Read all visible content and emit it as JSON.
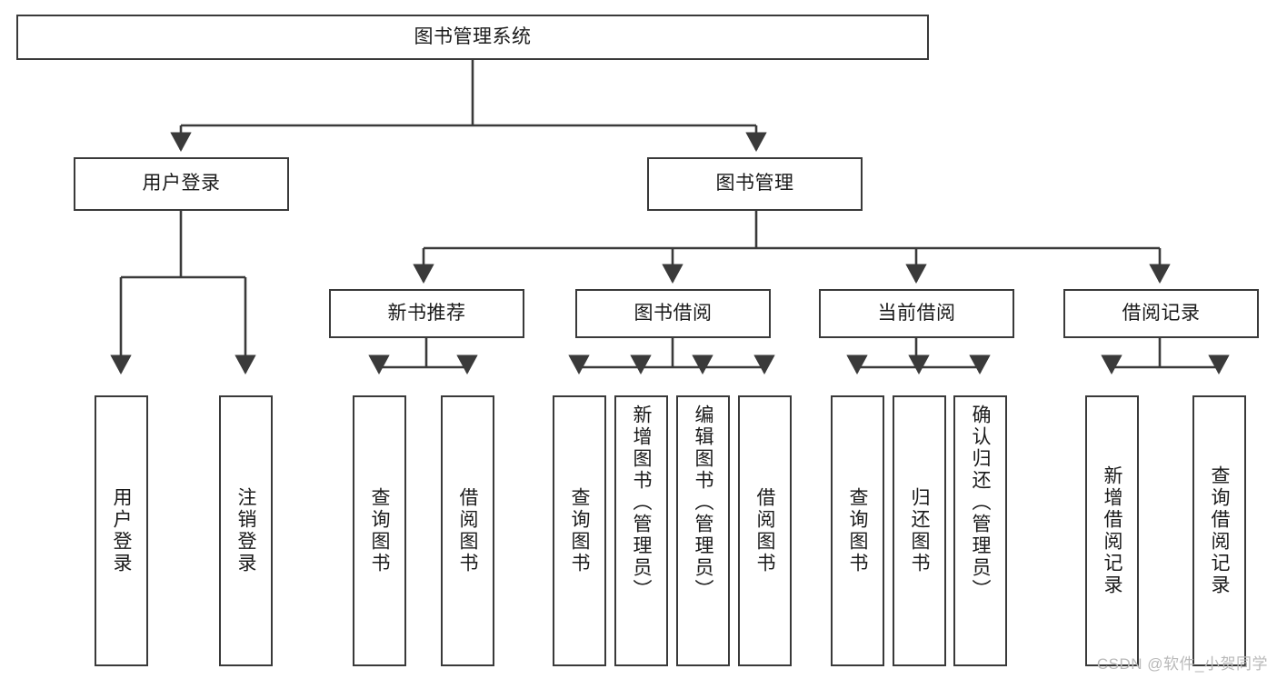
{
  "diagram": {
    "title": "图书管理系统",
    "watermark": "CSDN @软件_小贺同学",
    "line_color": "#3a3a3a",
    "box_fill": "#ffffff",
    "text_color": "#1a1a1a",
    "watermark_color": "#b9b9b9"
  },
  "nodes": {
    "root": {
      "label": "图书管理系统"
    },
    "level1": [
      {
        "label": "用户登录"
      },
      {
        "label": "图书管理"
      }
    ],
    "level2": [
      {
        "label": "新书推荐"
      },
      {
        "label": "图书借阅"
      },
      {
        "label": "当前借阅"
      },
      {
        "label": "借阅记录"
      }
    ],
    "leaves_user_login": [
      {
        "label": "用户登录"
      },
      {
        "label": "注销登录"
      }
    ],
    "leaves_new_book": [
      {
        "label": "查询图书"
      },
      {
        "label": "借阅图书"
      }
    ],
    "leaves_borrow": [
      {
        "label": "查询图书"
      },
      {
        "label": "新增图书（管理员）"
      },
      {
        "label": "编辑图书（管理员）"
      },
      {
        "label": "借阅图书"
      }
    ],
    "leaves_current": [
      {
        "label": "查询图书"
      },
      {
        "label": "归还图书"
      },
      {
        "label": "确认归还（管理员）"
      }
    ],
    "leaves_record": [
      {
        "label": "新增借阅记录"
      },
      {
        "label": "查询借阅记录"
      }
    ]
  }
}
